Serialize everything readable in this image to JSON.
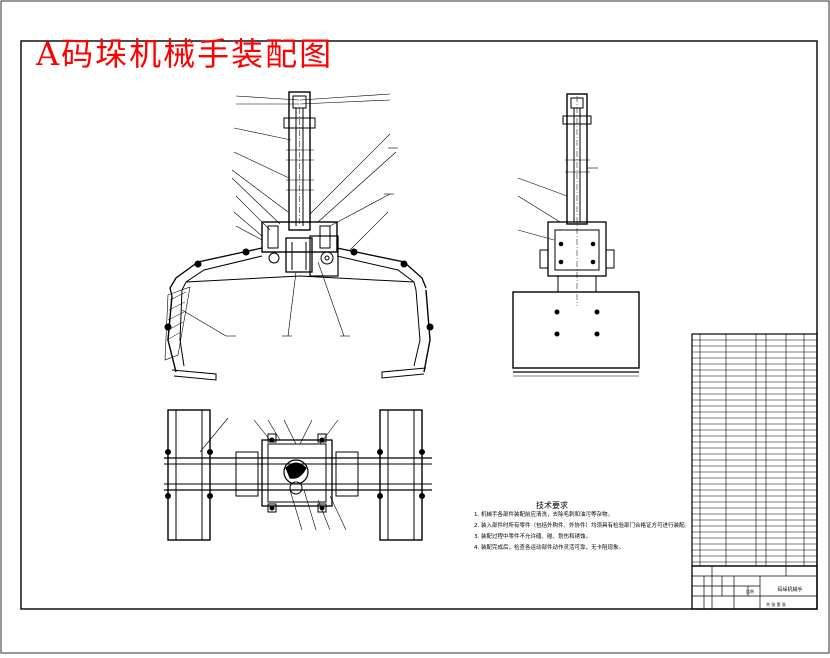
{
  "drawing": {
    "title": "A码垛机械手装配图",
    "title_color": "#ff0000",
    "line_color": "#000000",
    "background": "#ffffff"
  },
  "technical_requirements": {
    "heading": "技术要求",
    "items": [
      "1. 机械手各部件装配前应清洗，去除毛刺和油污等杂物。",
      "2. 装入部件时所有零件（包括外购件、外协件）均须具有检验部门合格证方可进行装配。",
      "3. 装配过程中零件不允许磕、碰、划伤和锈蚀。",
      "4. 装配完成后，检查各运动部件动作灵活可靠，无卡阻现象。"
    ]
  },
  "title_block": {
    "drawing_name": "码垛机械手",
    "scale_label": "比例",
    "sheet_label": "共 张 第 张"
  }
}
